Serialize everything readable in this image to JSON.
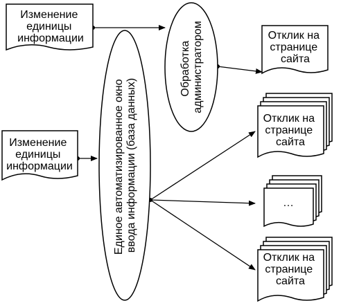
{
  "diagram": {
    "doc_top": [
      "Изменение",
      "единицы",
      "информации"
    ],
    "doc_left": [
      "Изменение",
      "единицы",
      "информации"
    ],
    "admin": [
      "Обработка",
      "администратором"
    ],
    "db": [
      "Единое автоматизированное окно",
      "ввода информации (база данных)"
    ],
    "resp_single": [
      "Отклик на",
      "странице",
      "сайта"
    ],
    "resp_stack1": [
      "Отклик на",
      "странице",
      "сайта"
    ],
    "resp_stack2": [
      "…"
    ],
    "resp_stack3": [
      "Отклик на",
      "странице",
      "сайта"
    ]
  }
}
